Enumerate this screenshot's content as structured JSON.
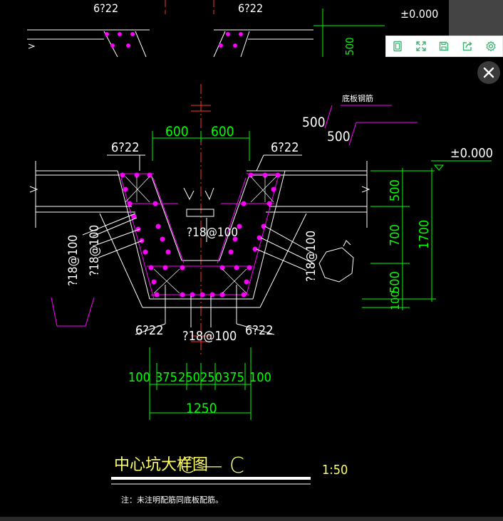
{
  "drawing": {
    "top_partial": {
      "label_left": "6?22",
      "label_right": "6?22",
      "elev": "±0.000",
      "dim": "500"
    },
    "bottom_slab_rebar_label": "底板钢筋",
    "lap_500_a": "500",
    "lap_500_b": "500",
    "dim_600_left": "600",
    "dim_600_right": "600",
    "bar_top_left": "6?22",
    "bar_top_right": "6?22",
    "elevation": "±0.000",
    "dim_500_top": "500",
    "dim_700": "700",
    "dim_500_bottom": "500",
    "dim_100": "100",
    "dim_1700": "1700",
    "stirrup_center": "?18@100",
    "stirrup_left_1": "?18@100",
    "stirrup_left_2": "?18@100",
    "stirrup_right": "?18@100",
    "bar_bottom_left": "6?22",
    "bar_bottom_right": "6?22",
    "stirrup_bottom": "?18@100",
    "bottom_dims": [
      "100",
      "375",
      "250",
      "250",
      "375",
      "100"
    ],
    "dim_1250": "1250",
    "title": "中心坑大样图",
    "section": "C — C",
    "scale": "1:50",
    "note": "注：未注明配筋同底板配筋。"
  },
  "toolbar": {
    "buttons": [
      {
        "name": "page-icon"
      },
      {
        "name": "fullscreen-icon"
      },
      {
        "name": "save-icon"
      },
      {
        "name": "share-icon"
      },
      {
        "name": "settings-icon"
      }
    ]
  },
  "colors": {
    "background": "#000000",
    "dim_green": "#00ff00",
    "rebar_magenta": "#ff00ff",
    "line_white": "#ffffff",
    "text_yellow": "#ffff66",
    "axis_red": "#ff3333"
  }
}
